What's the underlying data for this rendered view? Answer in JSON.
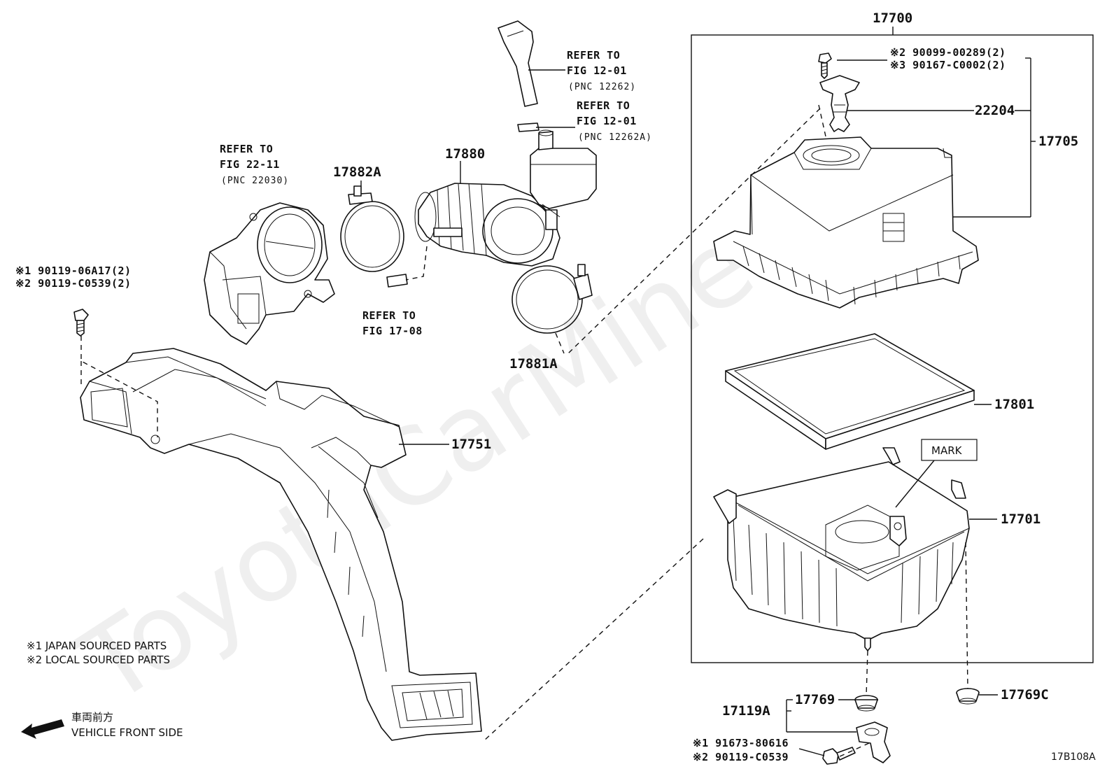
{
  "diagram_code": "17B108A",
  "watermark": "ToyotaCarMine.ru",
  "callouts": {
    "p17700": "17700",
    "p17705": "17705",
    "p22204": "22204",
    "p17801": "17801",
    "p17701": "17701",
    "p17769": "17769",
    "p17769C": "17769C",
    "p17119A": "17119A",
    "p17751": "17751",
    "p17880": "17880",
    "p17882A": "17882A",
    "p17881A": "17881A",
    "mark": "MARK"
  },
  "bolt_refs": {
    "top_a": "※2 90099-00289(2)",
    "top_b": "※3 90167-C0002(2)",
    "left_a": "※1 90119-06A17(2)",
    "left_b": "※2 90119-C0539(2)",
    "bottom_a": "※1 91673-80616",
    "bottom_b": "※2 90119-C0539"
  },
  "references": {
    "fig1201_a": [
      "REFER TO",
      "FIG 12-01",
      "(PNC 12262)"
    ],
    "fig1201_b": [
      "REFER TO",
      "FIG 12-01",
      "(PNC 12262A)"
    ],
    "fig2211": [
      "REFER TO",
      "FIG 22-11",
      "(PNC 22030)"
    ],
    "fig1708": [
      "REFER TO",
      "FIG 17-08"
    ]
  },
  "legend": {
    "line1": "※1  JAPAN SOURCED PARTS",
    "line2": "※2  LOCAL SOURCED PARTS"
  },
  "direction": {
    "japanese": "車両前方",
    "english": "VEHICLE FRONT SIDE",
    "icon": "arrow-left-icon"
  }
}
